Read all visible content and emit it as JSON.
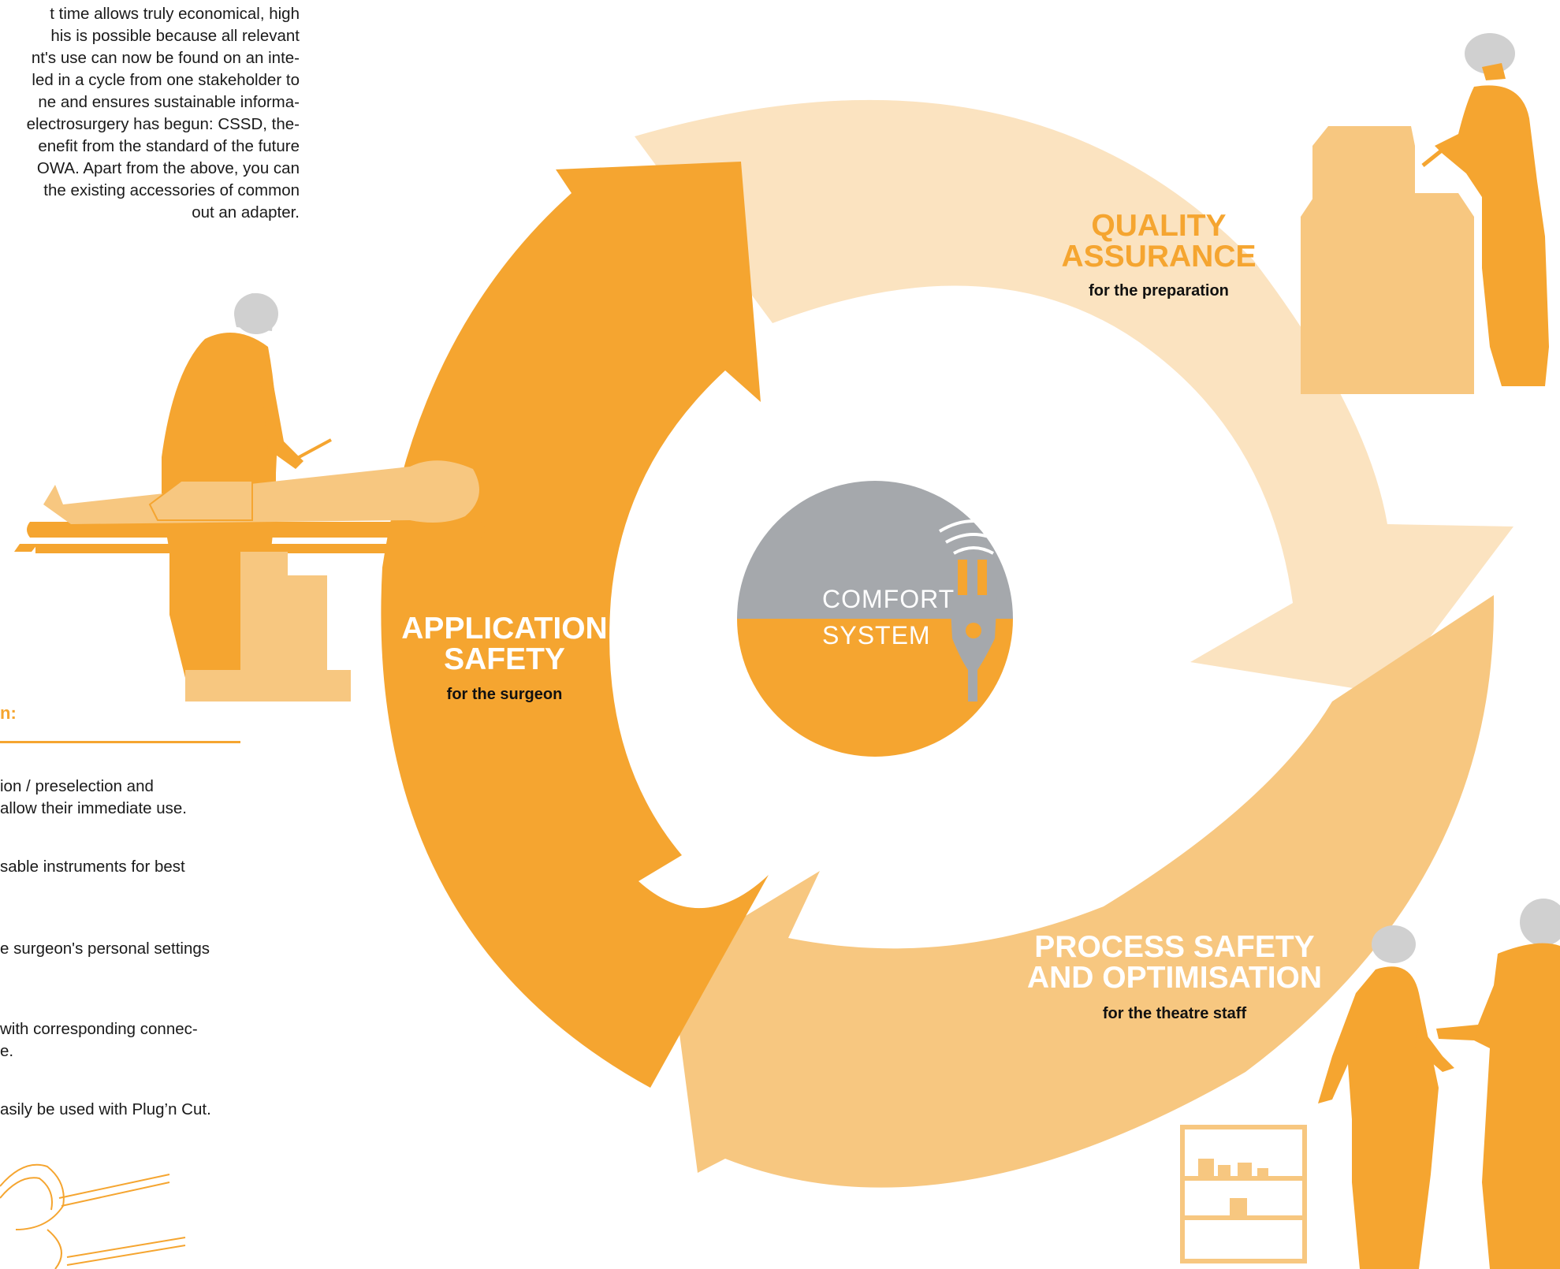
{
  "intro_lines": [
    "t time allows truly economical, high",
    "his is possible because all relevant",
    "nt's use can now be found on an inte-",
    "led in a cycle from one stakeholder to",
    "ne and ensures sustainable informa-",
    "electrosurgery has begun: CSSD, the-",
    "enefit from the standard of the future",
    "OWA. Apart from the above, you can",
    "the existing accessories of common",
    "out an adapter."
  ],
  "section_heading": "n:",
  "features": [
    [
      "ion / preselection and",
      "allow their immediate use."
    ],
    [
      "sable instruments for best"
    ],
    [
      "e surgeon's personal settings"
    ],
    [
      "with corresponding connec-",
      "e."
    ],
    [
      "asily be used with Plug’n Cut."
    ]
  ],
  "cycle": {
    "quality": {
      "title_lines": [
        "QUALITY",
        "ASSURANCE"
      ],
      "subtitle": "for the preparation"
    },
    "application": {
      "title_lines": [
        "APPLICATION",
        "SAFETY"
      ],
      "subtitle": "for the surgeon"
    },
    "process": {
      "title_lines": [
        "PROCESS SAFETY",
        "AND OPTIMISATION"
      ],
      "subtitle": "for the theatre staff"
    }
  },
  "center": {
    "line1": "COMFORT",
    "line2": "SYSTEM"
  },
  "colors": {
    "orange": "#f5a530",
    "mid_orange": "#f7c780",
    "light_orange": "#fbe3c0",
    "grey": "#a5a8ac",
    "dark_text": "#1a1a1a"
  },
  "icons": [
    "surgeon-with-patient-illustration",
    "nurse-at-sterilizer-illustration",
    "theatre-staff-illustration",
    "instrument-line-drawing",
    "plug-icon",
    "wireless-signal-icon"
  ]
}
